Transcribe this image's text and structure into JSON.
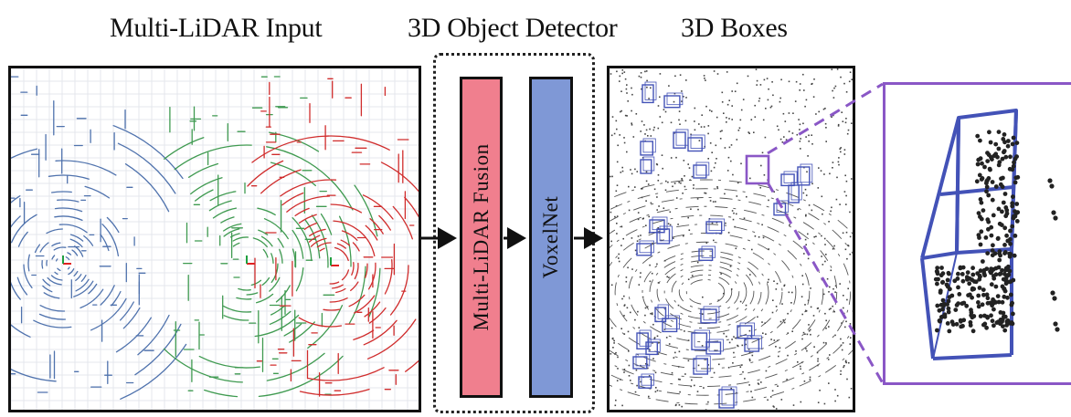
{
  "titles": {
    "input": "Multi-LiDAR Input",
    "detector": "3D Object Detector",
    "boxes": "3D Boxes"
  },
  "blocks": {
    "fusion": "Multi-LiDAR Fusion",
    "voxelnet": "VoxelNet"
  },
  "colors": {
    "lidar_1": "#4f72ad",
    "lidar_2": "#3f9a50",
    "lidar_3": "#d02c2c",
    "fusion_block": "#f07f8e",
    "voxelnet_block": "#7f98d6",
    "bounding_box": "#4352b7",
    "zoom_highlight": "#8a57c6",
    "points": "#222222"
  }
}
